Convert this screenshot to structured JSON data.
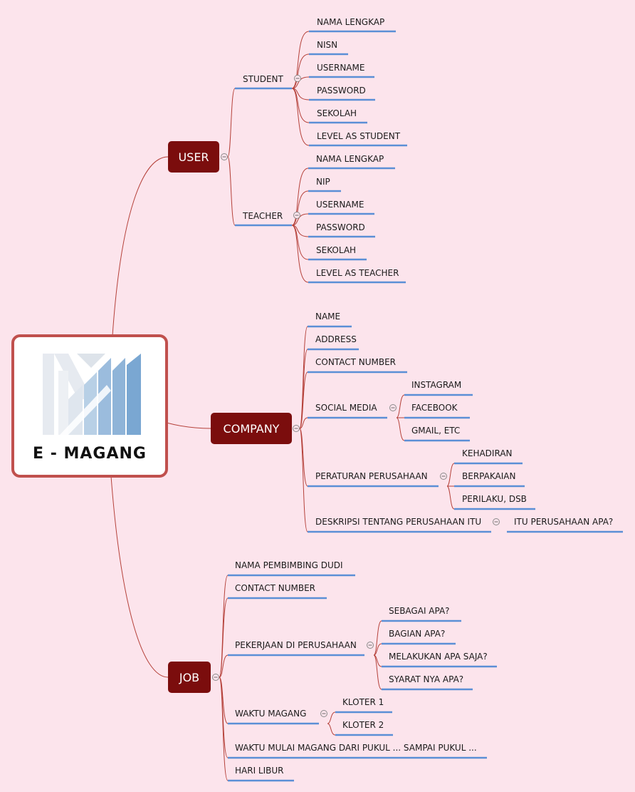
{
  "root": {
    "label": "E - MAGANG"
  },
  "colors": {
    "background": "#fce4ec",
    "branch_fill": "#7b0d0d",
    "connector": "#b5413a",
    "underline": "#5b8fd6",
    "root_border": "#c0504d",
    "logo_light": "#e6eaf0",
    "logo_mid": "#b8d0e6",
    "logo_dark": "#7aa7d2"
  },
  "branches": {
    "user": {
      "label": "USER",
      "student": {
        "label": "STUDENT",
        "items": [
          "NAMA LENGKAP",
          "NISN",
          "USERNAME",
          "PASSWORD",
          "SEKOLAH",
          "LEVEL AS STUDENT"
        ]
      },
      "teacher": {
        "label": "TEACHER",
        "items": [
          "NAMA LENGKAP",
          "NIP",
          "USERNAME",
          "PASSWORD",
          "SEKOLAH",
          "LEVEL AS TEACHER"
        ]
      }
    },
    "company": {
      "label": "COMPANY",
      "name": "NAME",
      "address": "ADDRESS",
      "contact": "CONTACT NUMBER",
      "social_media": {
        "label": "SOCIAL MEDIA",
        "items": [
          "INSTAGRAM",
          "FACEBOOK",
          "GMAIL, ETC"
        ]
      },
      "peraturan": {
        "label": "PERATURAN PERUSAHAAN",
        "items": [
          "KEHADIRAN",
          "BERPAKAIAN",
          "PERILAKU, DSB"
        ]
      },
      "deskripsi": {
        "label": "DESKRIPSI TENTANG PERUSAHAAN ITU",
        "items": [
          "ITU PERUSAHAAN APA?"
        ]
      }
    },
    "job": {
      "label": "JOB",
      "pembimbing": "NAMA PEMBIMBING DUDI",
      "contact": "CONTACT NUMBER",
      "pekerjaan": {
        "label": "PEKERJAAN DI PERUSAHAAN",
        "items": [
          "SEBAGAI APA?",
          "BAGIAN APA?",
          "MELAKUKAN APA SAJA?",
          "SYARAT NYA APA?"
        ]
      },
      "waktu": {
        "label": "WAKTU MAGANG",
        "items": [
          "KLOTER 1",
          "KLOTER 2"
        ]
      },
      "waktu_mulai": "WAKTU MULAI MAGANG DARI PUKUL ... SAMPAI PUKUL ...",
      "hari_libur": "HARI LIBUR"
    }
  }
}
